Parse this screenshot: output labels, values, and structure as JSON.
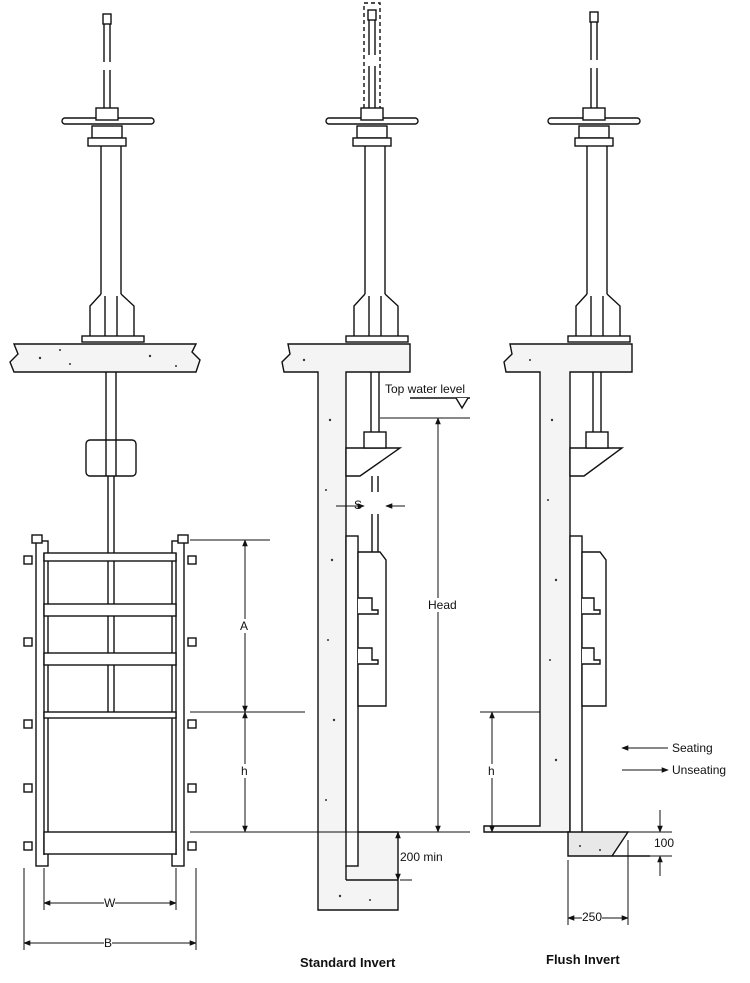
{
  "labels": {
    "top_water_level": "Top water level",
    "s": "S",
    "head": "Head",
    "a": "A",
    "h_left": "h",
    "h_right": "h",
    "w": "W",
    "b": "B",
    "min_200": "200  min",
    "seating": "Seating",
    "unseating": "Unseating",
    "dim_100": "100",
    "dim_250": "250"
  },
  "captions": {
    "standard": "Standard Invert",
    "flush": "Flush Invert"
  },
  "colors": {
    "ink": "#111111",
    "concrete": "#f4f4f4"
  }
}
